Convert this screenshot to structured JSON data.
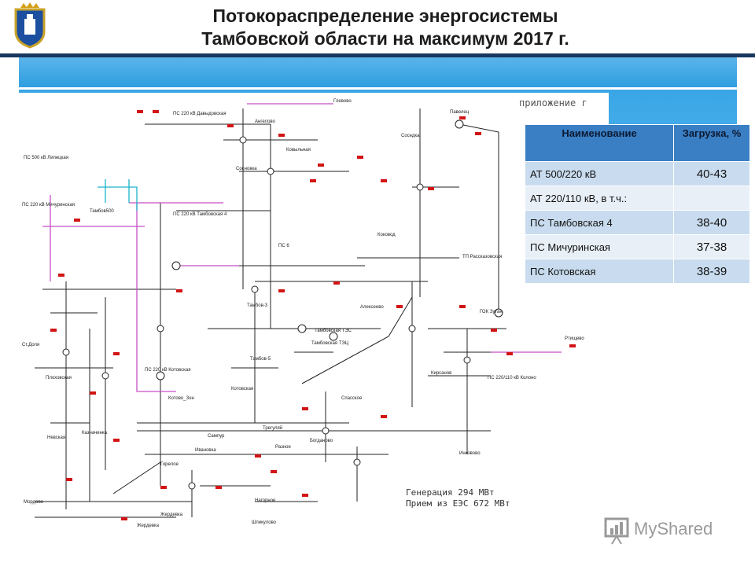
{
  "header": {
    "title_line1": "Потокораспределение энергосистемы",
    "title_line2": "Тамбовской области на максимум 2017 г."
  },
  "diagram": {
    "appendix": "приложение г",
    "generation": "Генерация   294 МВт",
    "import": "Прием из ЕЭС 672 МВт",
    "labels": {
      "glevovo": "Глевово",
      "lipetsk": "ПС 500 кВ Липецкая",
      "michurinsk": "ПС 220 кВ Мичуринская",
      "davydovskaya": "ПС 220 кВ Давыдовская",
      "tambov4": "ПС 220 кВ Тамбовская 4",
      "tambov500": "Тамбов500",
      "sosnovka": "Сосновка",
      "angelovo": "Ангелово",
      "kovylnaya": "Ковыльная",
      "ps6": "ПС 6",
      "tambov3": "Тамбов-3",
      "tambov5": "Тамбов-5",
      "tambov_tec": "Тамбовская ТЭЦ",
      "kotovskaya": "ПС 220 кВ Котовская",
      "kotovsk": "Котовская",
      "kotovo": "Котово_Зон",
      "rasskazovo": "ТП Рассказовская",
      "kokovod": "Коковод",
      "spasskoe": "Спасское",
      "kirsanov": "Кирсанов",
      "kolono": "ПС 220/110 кВ Колоно",
      "gok": "ГОК Зутан",
      "rtishevo": "Ртищево",
      "pavelets": "Павелец",
      "sokolovo": "Соседка",
      "inkovo": "Инковово",
      "bogdanovo": "Богданово",
      "raznoe": "Разное",
      "mordovo": "Мордово",
      "zherdevka": "Жердевка",
      "nevskaya": "Невская",
      "kaznachinka": "Казначинка",
      "st_dolya": "Ст.Доля",
      "plokhovskaya": "Плоховская",
      "sampur": "Сампур",
      "treguly": "Трегуляй",
      "nagornoe": "Нагорное",
      "shpikulovo": "Шпикулово",
      "ivanovka": "Ивановка",
      "tambov_tes": "Тамбовская ТЭС",
      "alekseevo": "Алексеево",
      "goreloe": "Горелое",
      "zherdevka_label": "Жердевка"
    }
  },
  "table": {
    "col_name": "Наименование",
    "col_load": "Загрузка, %",
    "rows": [
      {
        "name": "АТ 500/220 кВ",
        "value": "40-43"
      },
      {
        "name": "АТ 220/110 кВ, в т.ч.:",
        "value": ""
      },
      {
        "name": "ПС Тамбовская 4",
        "value": "38-40"
      },
      {
        "name": "ПС Мичуринская",
        "value": "37-38"
      },
      {
        "name": "ПС Котовская",
        "value": "38-39"
      }
    ]
  },
  "watermark": {
    "text": "MyShared"
  },
  "colors": {
    "header_dark": "#17375e",
    "band_blue": "#2f9ee0",
    "table_head": "#3a7fc4",
    "line_red": "#d21414",
    "line_magenta": "#c84fc8",
    "line_cyan": "#1ab4c8"
  }
}
